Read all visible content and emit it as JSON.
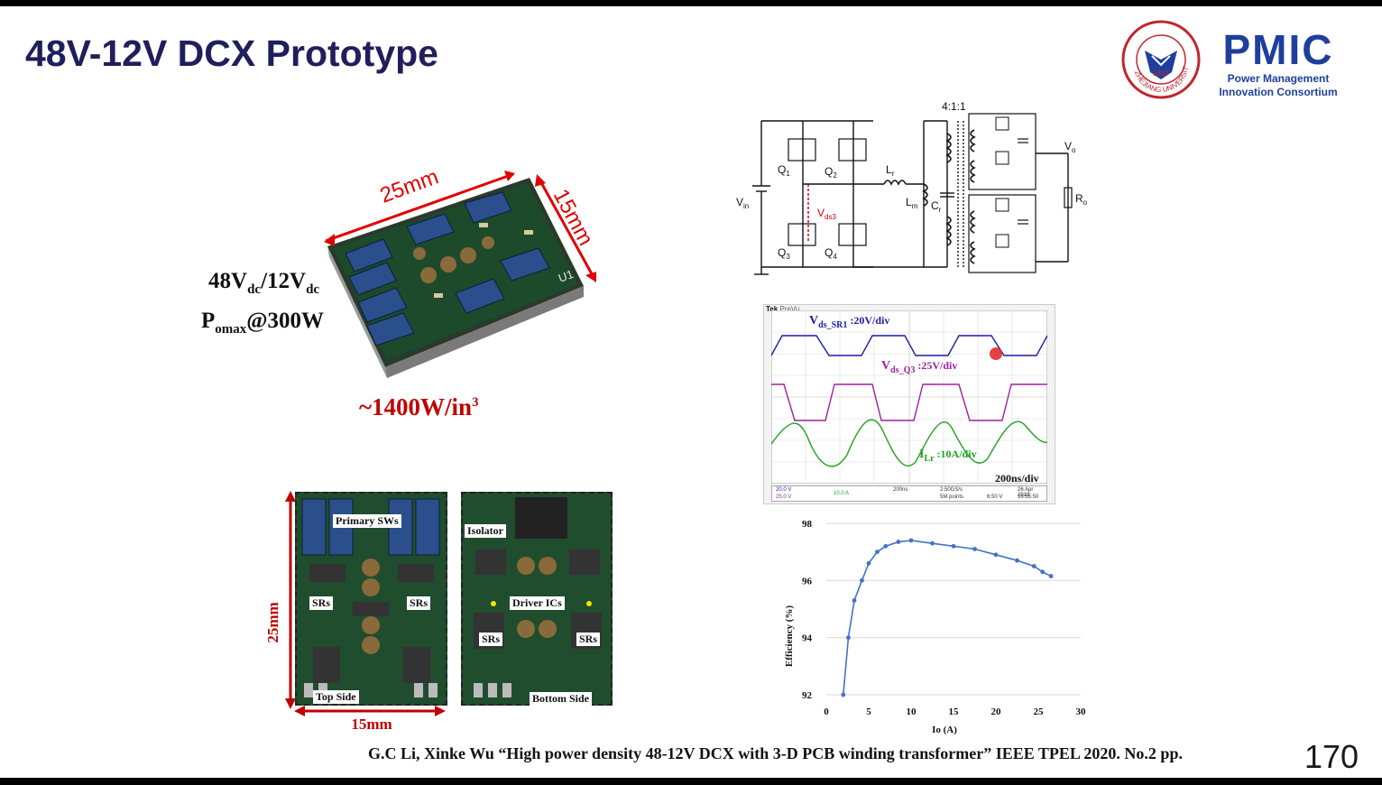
{
  "slide": {
    "title": "48V-12V DCX Prototype",
    "page_number": "170",
    "citation": "G.C Li, Xinke Wu “High power density 48-12V DCX with 3-D PCB winding transformer” IEEE TPEL 2020. No.2 pp."
  },
  "logo": {
    "brand": "PMIC",
    "line1": "Power Management",
    "line2": "Innovation Consortium",
    "seal_text": "ZHEJIANG UNIVERSITY",
    "seal_year": "1897",
    "brand_color": "#1f3f9c",
    "seal_color": "#c0282d"
  },
  "module": {
    "dim_length": "25mm",
    "dim_width": "15mm",
    "board_label": "U1",
    "spec_voltage_a": "48V",
    "spec_voltage_a_sub": "dc",
    "spec_voltage_b": "/12V",
    "spec_voltage_b_sub": "dc",
    "spec_power_prefix": "P",
    "spec_power_sub": "omax",
    "spec_power_value": "@300W",
    "density_value": "~1400W/in",
    "density_sup": "3",
    "density_color": "#c00000"
  },
  "pcb_photos": {
    "dim_height": "25mm",
    "dim_width": "15mm",
    "top": {
      "side_label": "Top Side",
      "primary": "Primary SWs",
      "sr_left": "SRs",
      "sr_right": "SRs"
    },
    "bottom": {
      "side_label": "Bottom Side",
      "isolator": "Isolator",
      "driver": "Driver ICs",
      "sr_left": "SRs",
      "sr_right": "SRs"
    }
  },
  "circuit": {
    "ratio": "4:1:1",
    "vin": "V",
    "vin_sub": "in",
    "vo": "V",
    "vo_sub": "o",
    "ro": "R",
    "ro_sub": "o",
    "q1": "Q",
    "q1_sub": "1",
    "q2": "Q",
    "q2_sub": "2",
    "q3": "Q",
    "q3_sub": "3",
    "q4": "Q",
    "q4_sub": "4",
    "lr": "L",
    "lr_sub": "r",
    "lm": "L",
    "lm_sub": "m",
    "cr": "C",
    "cr_sub": "r",
    "vds3": "V",
    "vds3_sub": "ds3",
    "vds3_color": "#c00000"
  },
  "scope": {
    "brand": "Tek",
    "run": "PreVu",
    "ch1_label": "V",
    "ch1_sub": "ds_SR1",
    "ch1_scale": " :20V/div",
    "ch1_color": "#1c1ca8",
    "ch3_label": "V",
    "ch3_sub": "ds_Q3",
    "ch3_scale": " :25V/div",
    "ch3_color": "#a020a0",
    "ch4_label": "I",
    "ch4_sub": "Lr",
    "ch4_scale": " :10A/div",
    "ch4_color": "#20a020",
    "timebase": "200ns/div",
    "status": {
      "ch1": "20.0 V",
      "ch3": "25.0 V",
      "ch4": "10.0 A",
      "time": "200ns",
      "rate": "2.50GS/s",
      "points": "5M points",
      "trig": "6.50 V",
      "date": "26 Apr 2019",
      "clock": "16:55:50"
    }
  },
  "chart_data": {
    "type": "line",
    "xlabel": "Io (A)",
    "ylabel": "Efficiency (%)",
    "xlim": [
      0,
      30
    ],
    "ylim": [
      92,
      98
    ],
    "x_ticks": [
      "0",
      "5",
      "10",
      "15",
      "20",
      "25",
      "30"
    ],
    "y_ticks": [
      "92",
      "94",
      "96",
      "98"
    ],
    "grid": true,
    "series": [
      {
        "color": "#4472c4",
        "x": [
          2.0,
          2.6,
          3.3,
          4.2,
          5.0,
          6.0,
          7.0,
          8.5,
          10.0,
          12.5,
          15.0,
          17.5,
          20.0,
          22.5,
          24.5,
          25.5,
          26.5
        ],
        "y": [
          92.0,
          94.0,
          95.3,
          96.0,
          96.6,
          97.0,
          97.2,
          97.35,
          97.4,
          97.3,
          97.2,
          97.1,
          96.9,
          96.7,
          96.5,
          96.3,
          96.15
        ]
      }
    ]
  }
}
